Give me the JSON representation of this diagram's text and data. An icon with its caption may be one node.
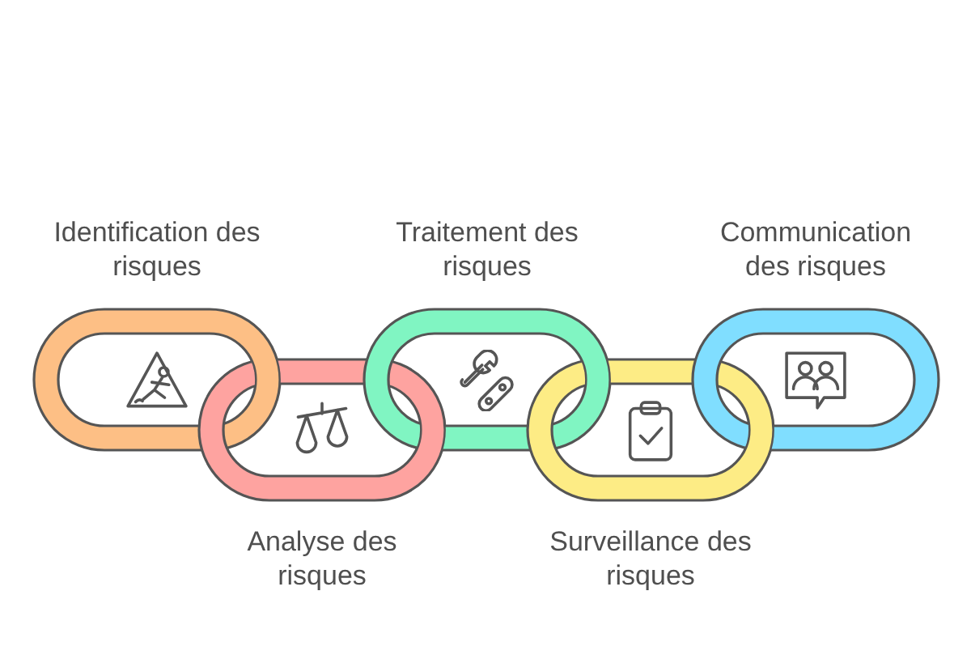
{
  "diagram": {
    "nodes": [
      {
        "text": [
          "Identification des risques"
        ]
      },
      {
        "text": [
          "Analyse des risques"
        ]
      },
      {
        "text": [
          "Traitement des risques"
        ]
      },
      {
        "text": [
          "Surveillance des risques"
        ]
      },
      {
        "text": [
          "Communication des risques"
        ]
      }
    ]
  }
}
